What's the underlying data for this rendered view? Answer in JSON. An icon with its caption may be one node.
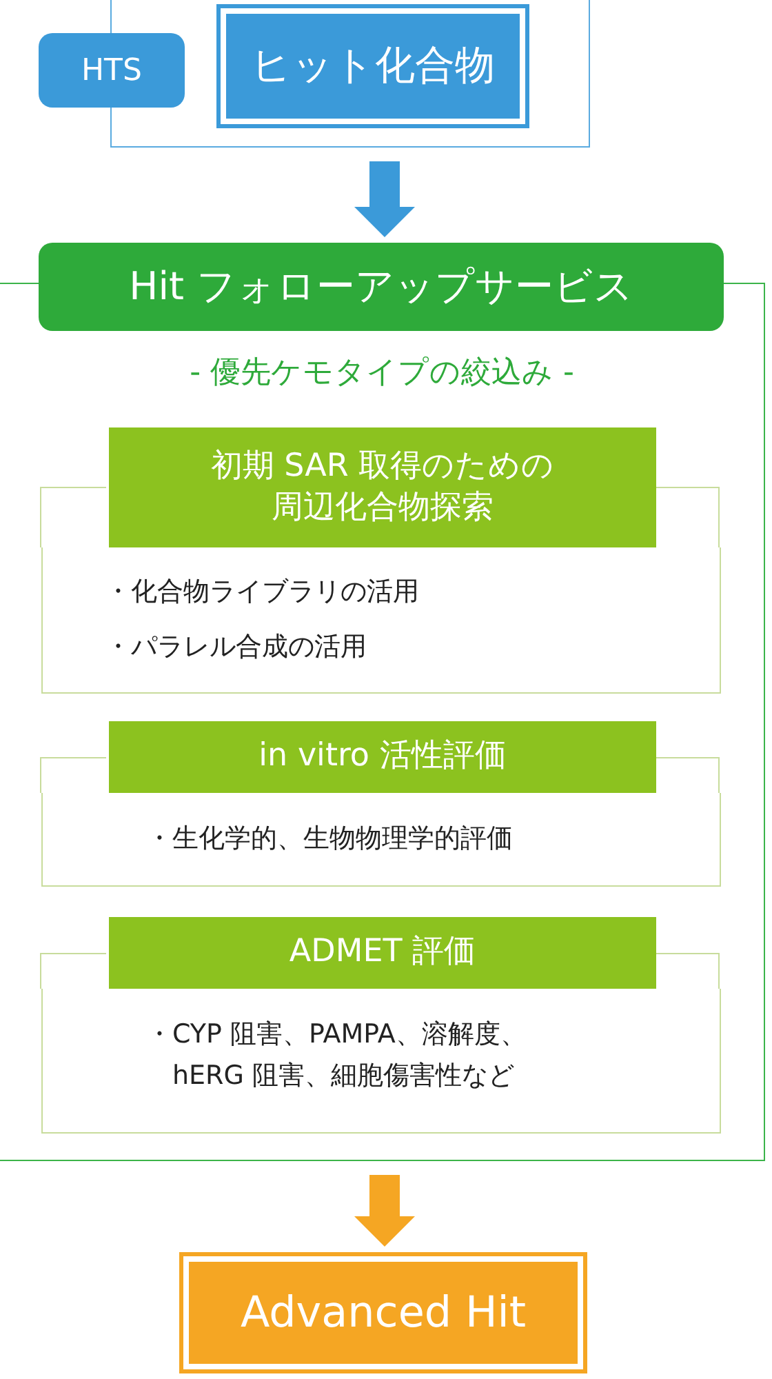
{
  "diagram": {
    "nodes": [
      {
        "text": [],
        "shape": "box"
      },
      {
        "text": [
          "HTS"
        ]
      },
      {
        "text": [
          "ヒット化合物"
        ],
        "in": 0
      },
      {
        "text": [
          "Hit フォローアップサービス"
        ]
      },
      {
        "text": [
          "- 優先ケモタイプの絞込み -"
        ]
      },
      {
        "text": [
          "初期 SAR 取得のための周辺化合物探索"
        ],
        "in": 4
      },
      {
        "text": [
          "・化合物ライブラリの活用",
          "・パラレル合成の活用"
        ],
        "in": 4
      },
      {
        "text": [
          "in vitro 活性評価"
        ],
        "in": 4
      },
      {
        "text": [
          "・生化学的、生物物理学的評価"
        ],
        "in": 4
      },
      {
        "text": [
          "ADMET 評価"
        ],
        "in": 4
      },
      {
        "text": [
          "・CYP 阻害、PAMPA、溶解度、hERG 阻害、細胞傷害性など"
        ],
        "in": 4
      },
      {
        "text": [
          "Advanced Hit"
        ]
      }
    ],
    "edges": [
      {
        "from": 0,
        "to": 3,
        "arrow": "to",
        "color": "#3b9ad9"
      },
      {
        "from": 4,
        "to": 11,
        "arrow": "to",
        "color": "#f5a623"
      }
    ]
  }
}
